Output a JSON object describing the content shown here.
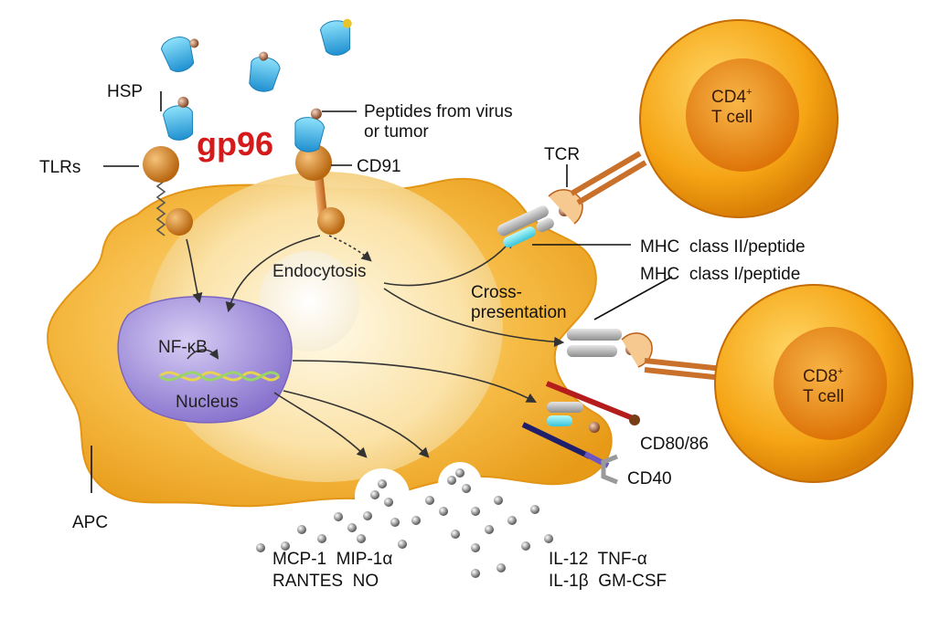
{
  "title": "gp96",
  "labels": {
    "hsp": "HSP",
    "peptides_line1": "Peptides from virus",
    "peptides_line2": "or tumor",
    "tlrs": "TLRs",
    "cd91": "CD91",
    "tcr": "TCR",
    "mhc_ii": "MHC  class II/peptide",
    "mhc_i": "MHC  class I/peptide",
    "endocytosis": "Endocytosis",
    "cross1": "Cross-",
    "cross2": "presentation",
    "nfkb": "NF-κB",
    "nucleus": "Nucleus",
    "cd80": "CD80/86",
    "cd40": "CD40",
    "apc": "APC",
    "cd4_main": "CD4",
    "cd4_sup": "+",
    "cd4_sub": "T cell",
    "cd8_main": "CD8",
    "cd8_sup": "+",
    "cd8_sub": "T cell",
    "cyto_left_1": "MCP-1  MIP-1α",
    "cyto_left_2": "RANTES  NO",
    "cyto_right_1": "IL-12  TNF-α",
    "cyto_right_2": "IL-1β  GM-CSF"
  },
  "colors": {
    "apc_fill": "#f5b53a",
    "cytoplasm": "#fbe3a6",
    "nucleus_fill": "#9d8ad6",
    "hsp_blue": "#2fb3e6",
    "tcell_orange": "#f7a21b",
    "title_red": "#d41a1a"
  }
}
